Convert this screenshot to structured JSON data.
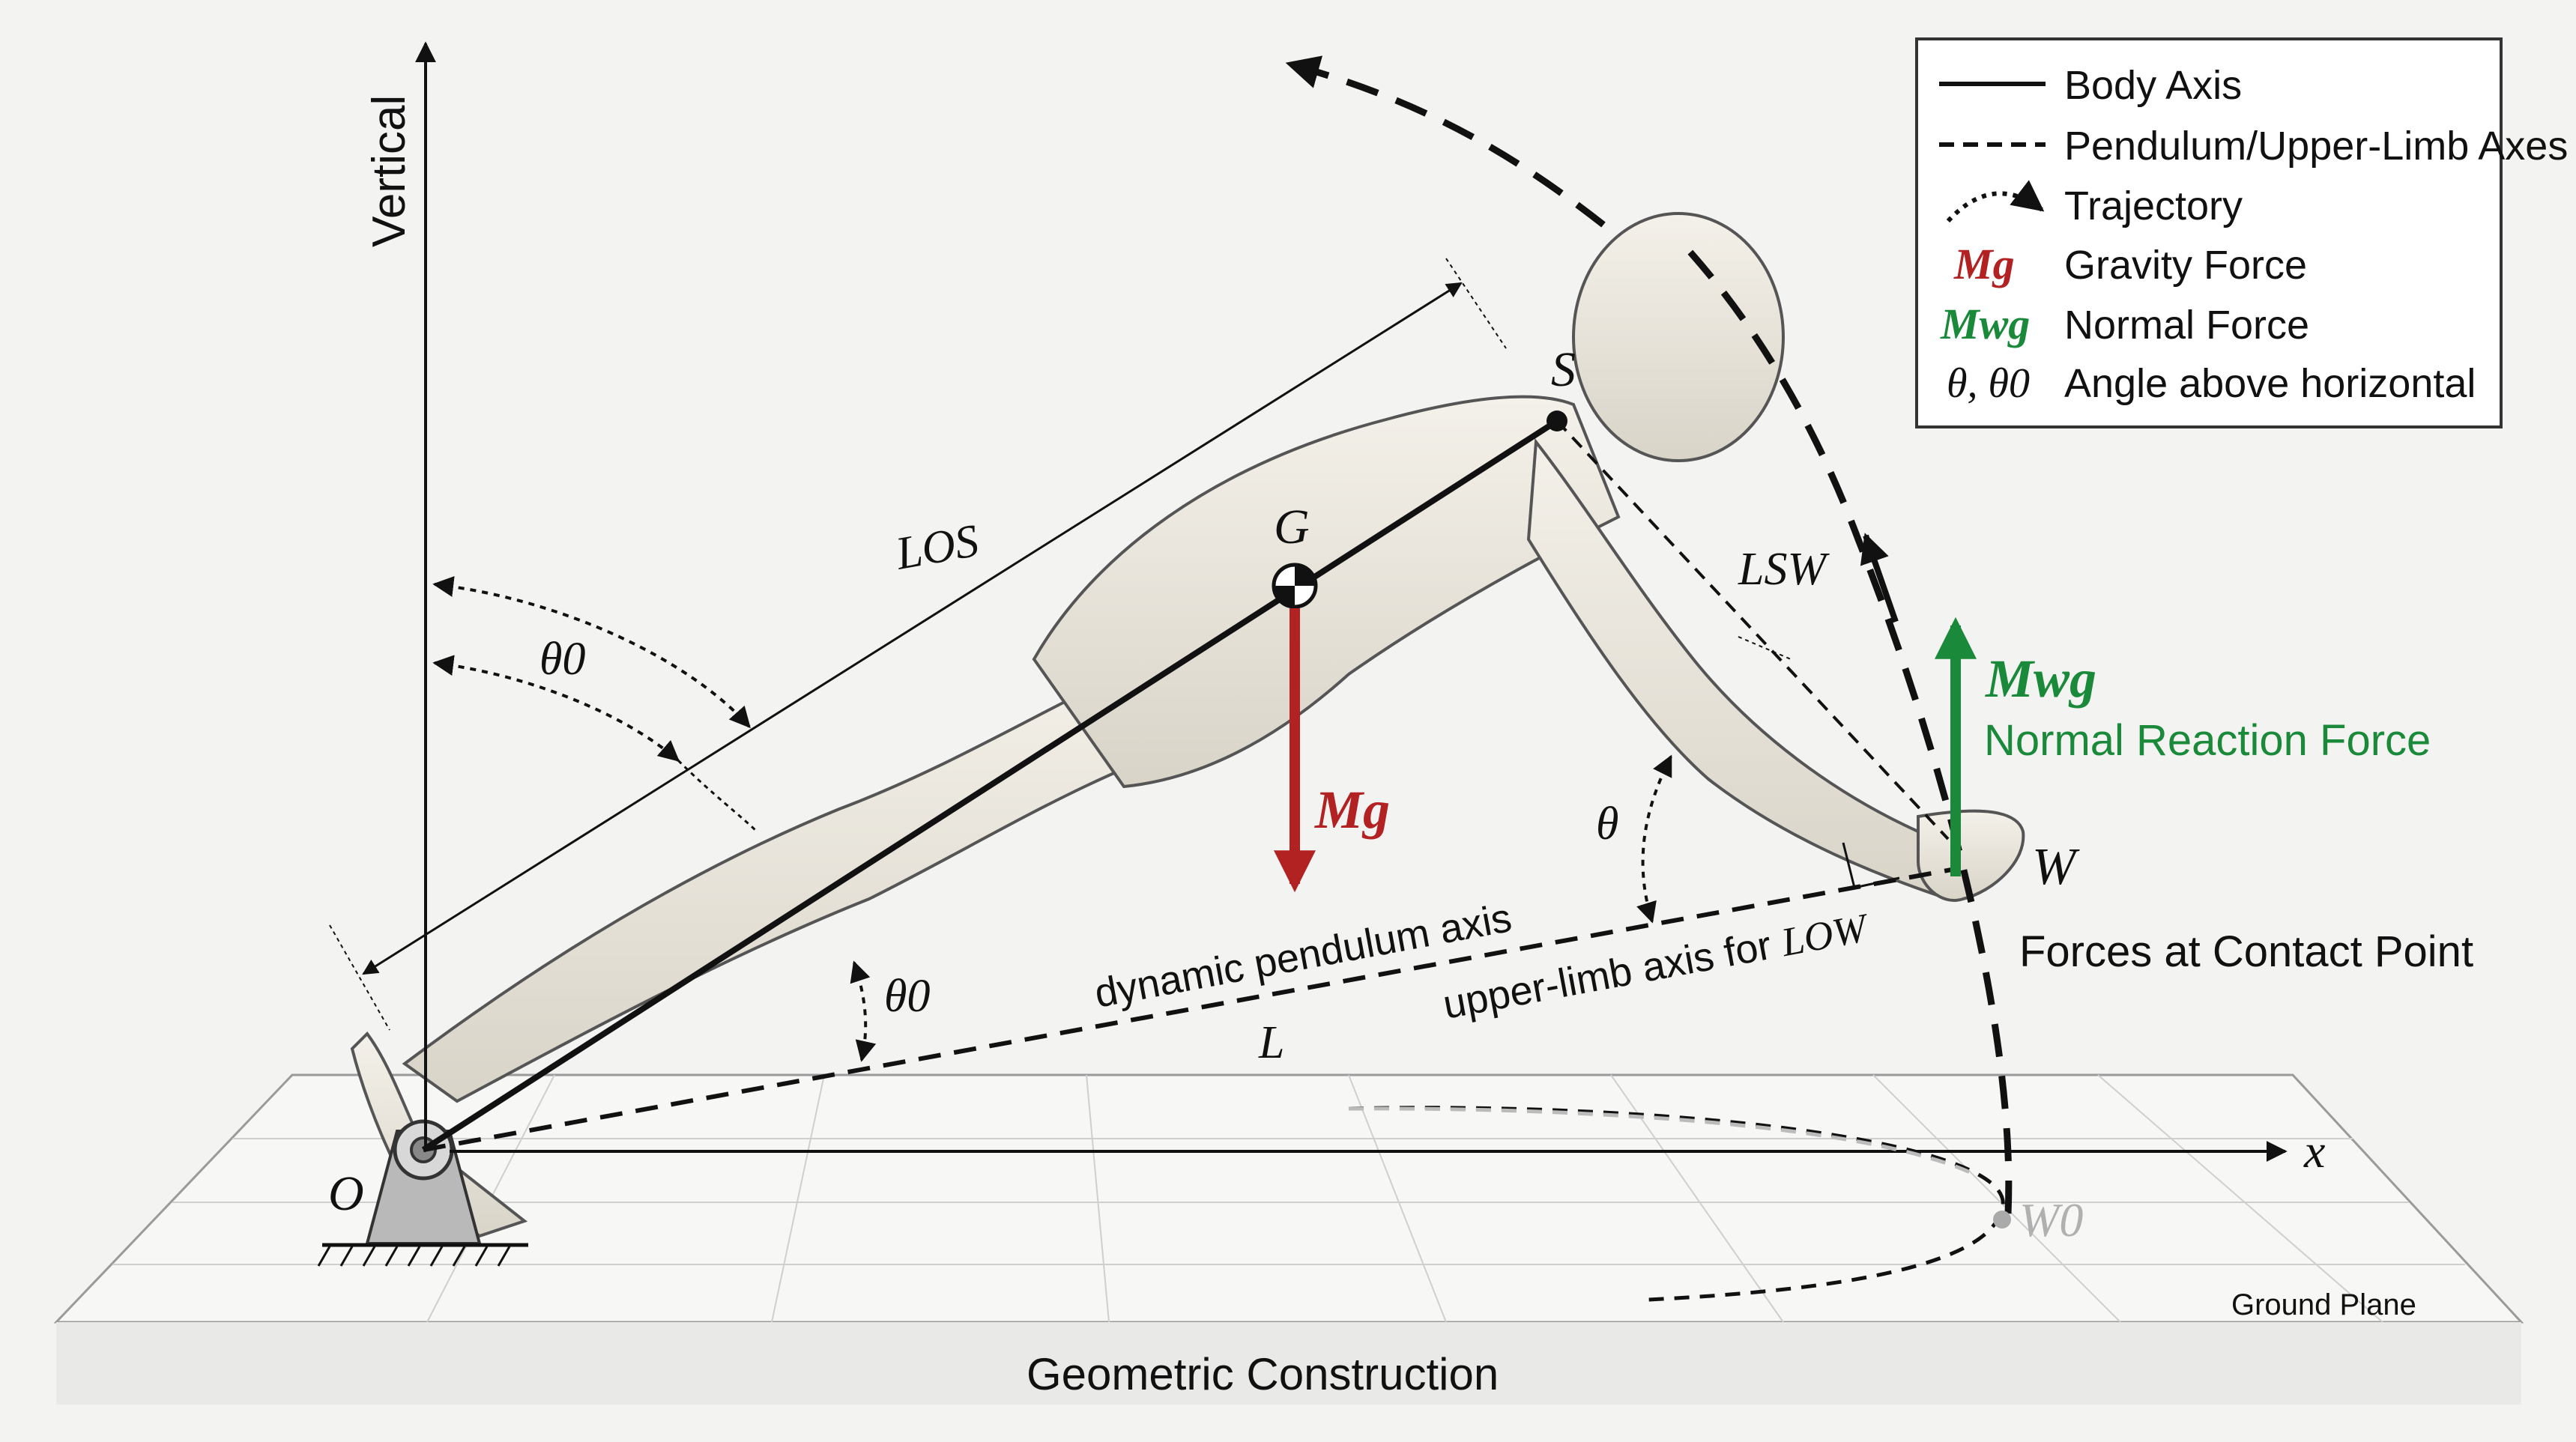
{
  "legend": {
    "items": [
      {
        "symbol_type": "solid-line",
        "label": "Body Axis"
      },
      {
        "symbol_type": "dashed-line",
        "label": "Pendulum/Upper-Limb Axes"
      },
      {
        "symbol_type": "dotted-arc",
        "label": "Trajectory"
      },
      {
        "symbol": "Mg",
        "label": "Gravity Force"
      },
      {
        "symbol": "Mwg",
        "label": "Normal Force"
      },
      {
        "symbol": "θ, θ0",
        "label": "Angle above horizontal"
      }
    ]
  },
  "axes": {
    "vertical_label": "Vertical",
    "x_label": "x"
  },
  "points": {
    "origin": "O",
    "shoulder": "S",
    "center_of_mass": "G",
    "wrist": "W",
    "initial_wrist": "W0"
  },
  "lengths": {
    "l_os": "LOS",
    "l_sw": "LSW",
    "l": "L",
    "l_ow": "LOW"
  },
  "angles": {
    "theta0_top": "θ0",
    "theta": "θ",
    "theta0_bottom": "θ0"
  },
  "forces": {
    "gravity_symbol": "Mg",
    "normal_symbol": "Mwg",
    "normal_caption": "Normal Reaction Force",
    "contact_caption": "Forces at Contact Point"
  },
  "axis_labels": {
    "dynamic_pendulum_axis": "dynamic pendulum axis",
    "upper_limb_axis_prefix": "upper-limb axis for "
  },
  "captions": {
    "ground_plane": "Ground Plane",
    "title": "Geometric Construction"
  },
  "colors": {
    "gravity": "#b22222",
    "normal": "#1a8a3a",
    "line": "#111111"
  }
}
